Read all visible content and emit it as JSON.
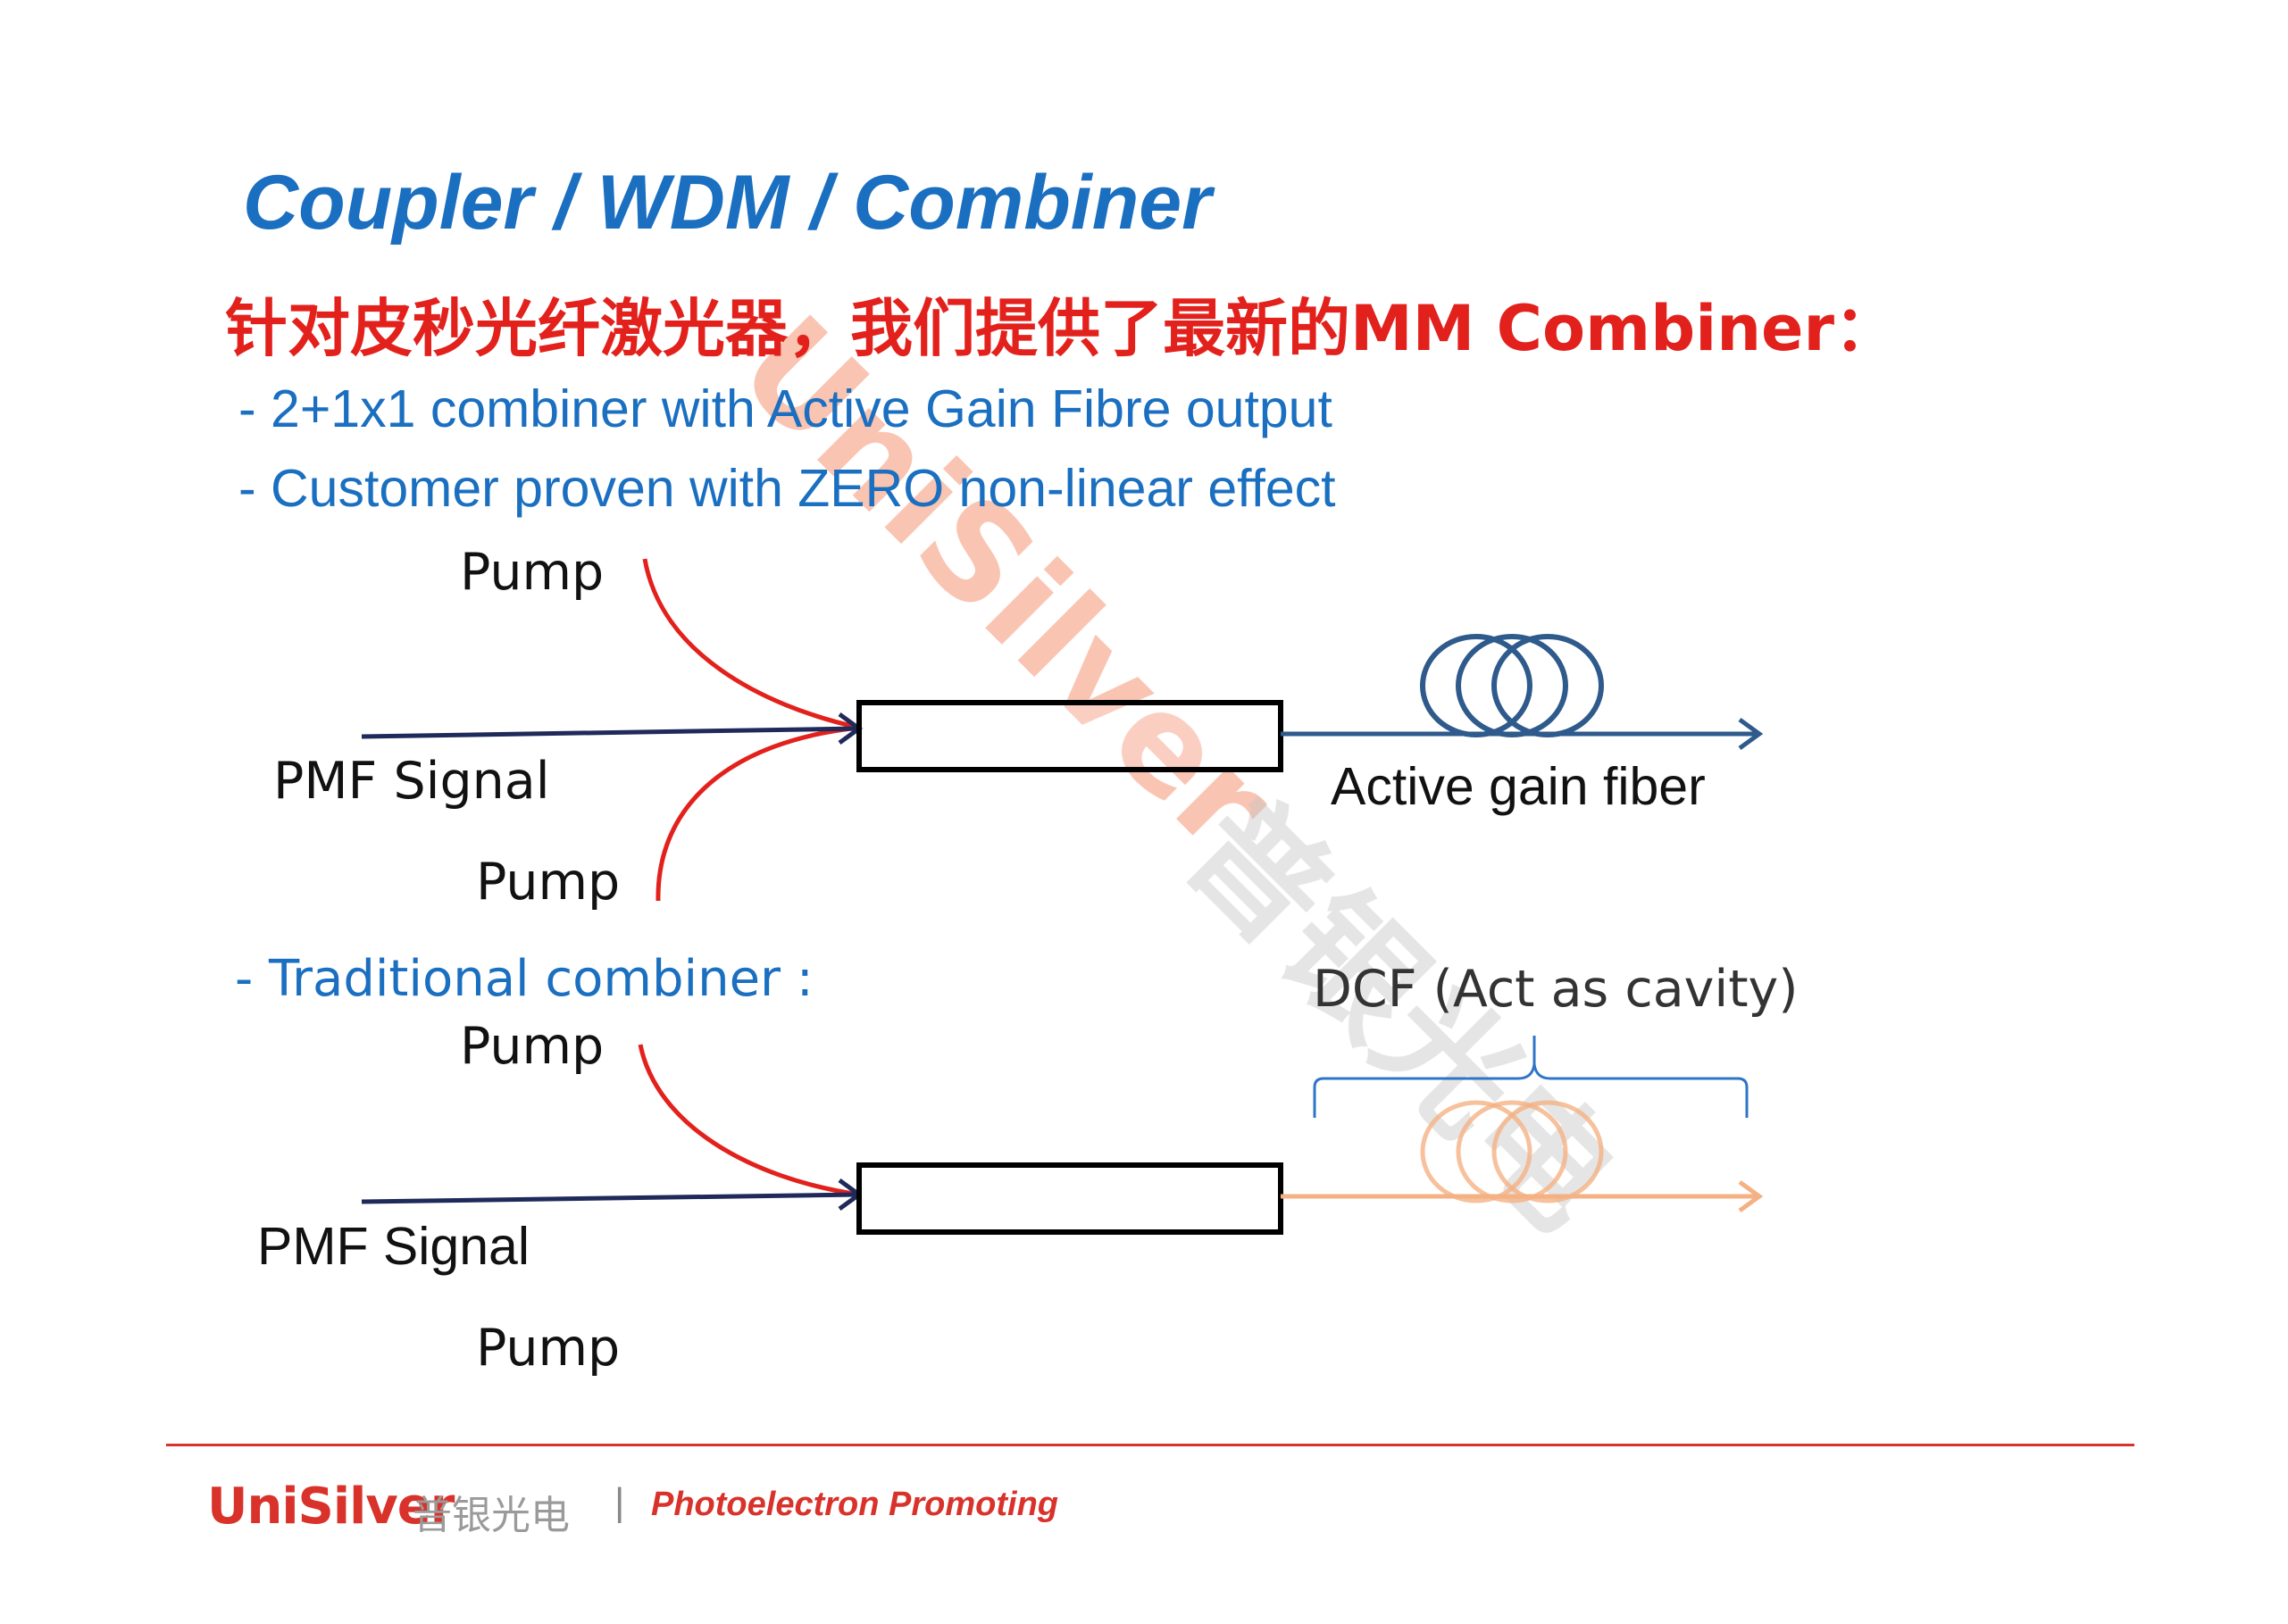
{
  "title": "Coupler / WDM / Combiner",
  "subtitle": "针对皮秒光纤激光器，我们提供了最新的MM Combiner：",
  "bullets": [
    "- 2+1x1 combiner with Active Gain Fibre output",
    "- Customer proven with ZERO non-linear effect"
  ],
  "new_combiner": {
    "pump_top": "Pump",
    "signal": "PMF Signal",
    "pump_bottom": "Pump",
    "output": "Active gain fiber"
  },
  "traditional_heading": "- Traditional combiner :",
  "traditional_combiner": {
    "pump_top": "Pump",
    "signal": "PMF Signal",
    "pump_bottom": "Pump",
    "output": "DCF (Act as cavity)"
  },
  "footer": {
    "logo": "UniSilver",
    "logo_cn": "普银光电",
    "separator": "|",
    "tagline": "Photoelectron Promoting"
  },
  "watermark": {
    "text": "UniSilver",
    "text_cn": "普银光电"
  },
  "colors": {
    "title": "#1a6fc0",
    "subtitle": "#e3211c",
    "pump_line": "#e3211c",
    "signal_line": "#1f2a5a",
    "active_fiber": "#2e5a8c",
    "dcf_fiber": "#f4b183",
    "watermark": "#f08060",
    "footer_red": "#d9322b"
  }
}
